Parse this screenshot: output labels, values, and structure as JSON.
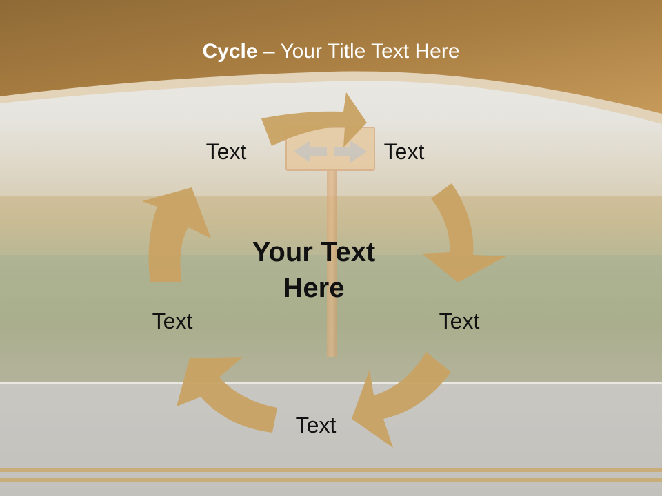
{
  "title": {
    "bold": "Cycle",
    "rest": " – Your Title Text Here"
  },
  "center": {
    "line1": "Your Text",
    "line2": "Here"
  },
  "nodes": [
    "Text",
    "Text",
    "Text",
    "Text",
    "Text"
  ],
  "colors": {
    "arrow": "#c9a263",
    "header_band": "#b98a48",
    "header_light": "#d4b98c"
  },
  "decorations": [
    "road",
    "field",
    "direction-sign"
  ]
}
